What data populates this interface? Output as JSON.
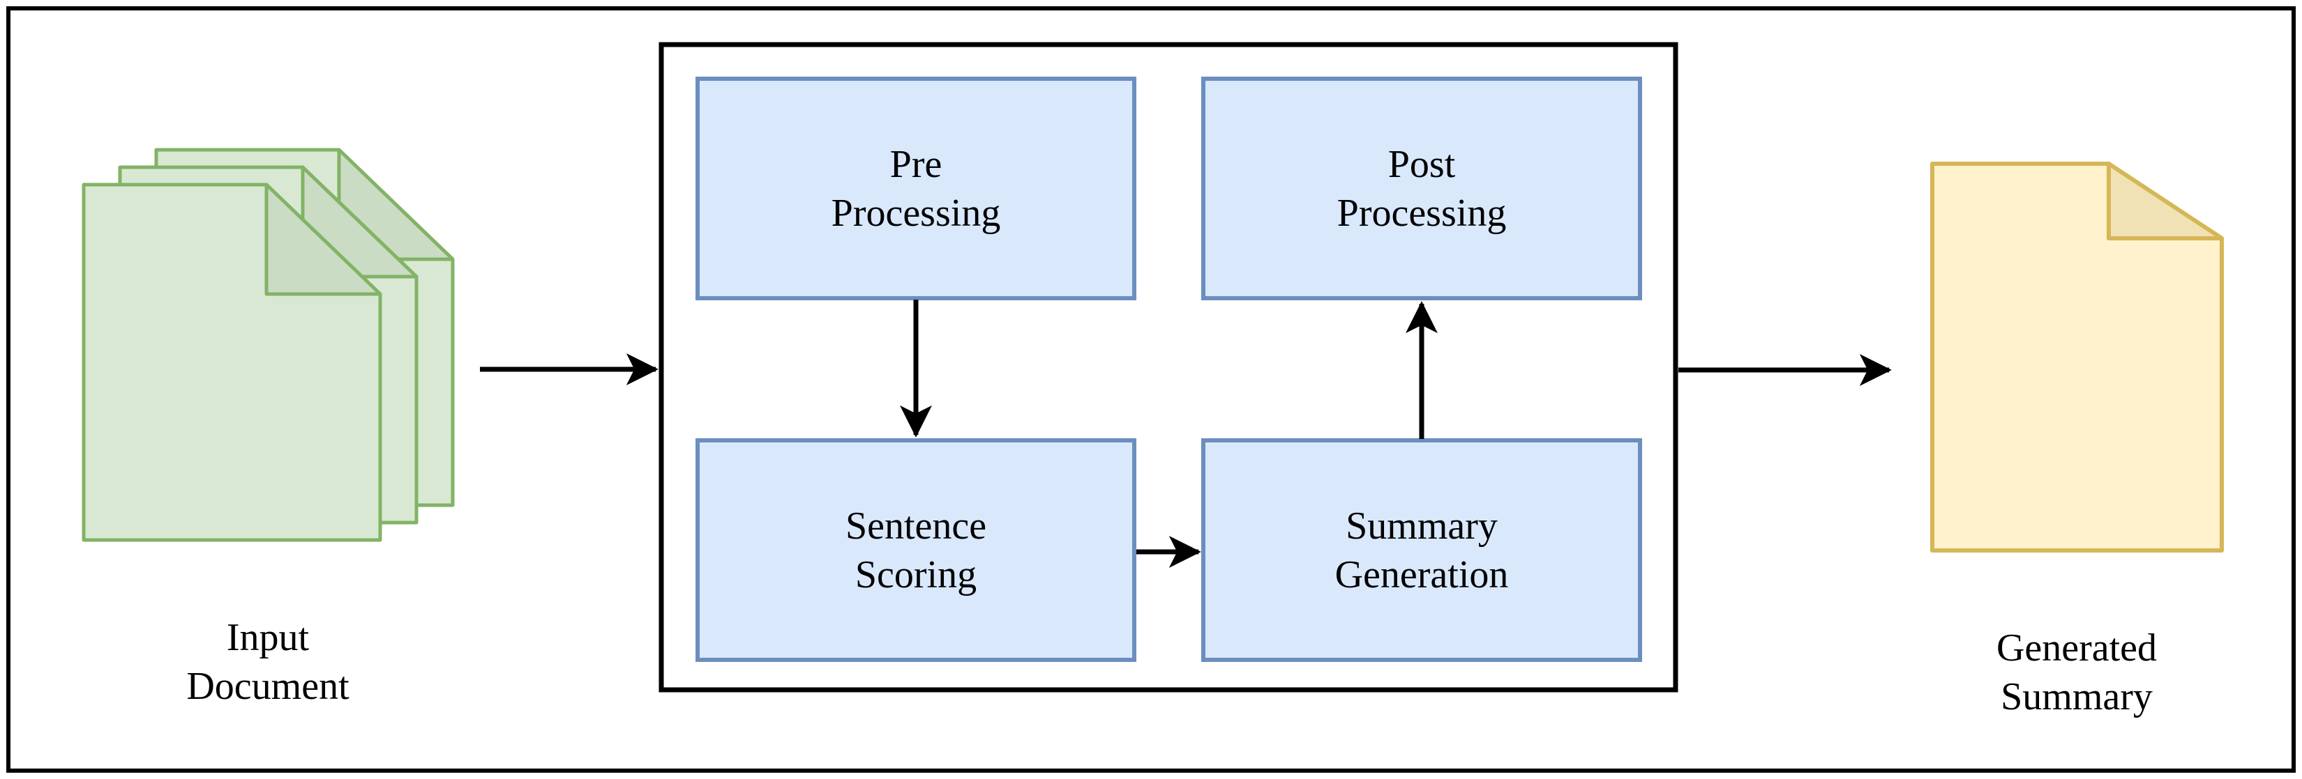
{
  "diagram_type": "flowchart",
  "input_document": {
    "label": "Input Document",
    "lines": [
      "Input",
      "Document"
    ],
    "page_count": 3
  },
  "pipeline_blocks": [
    {
      "id": "pre-processing",
      "label": "Pre Processing",
      "lines": [
        "Pre",
        "Processing"
      ]
    },
    {
      "id": "post-processing",
      "label": "Post Processing",
      "lines": [
        "Post",
        "Processing"
      ]
    },
    {
      "id": "sentence-scoring",
      "label": "Sentence Scoring",
      "lines": [
        "Sentence",
        "Scoring"
      ]
    },
    {
      "id": "summary-generation",
      "label": "Summary Generation",
      "lines": [
        "Summary",
        "Generation"
      ]
    }
  ],
  "generated_summary": {
    "label": "Generated Summary",
    "lines": [
      "Generated",
      "Summary"
    ]
  },
  "connections": [
    {
      "from": "input-document",
      "to": "pipeline-container"
    },
    {
      "from": "pre-processing",
      "to": "sentence-scoring"
    },
    {
      "from": "sentence-scoring",
      "to": "summary-generation"
    },
    {
      "from": "summary-generation",
      "to": "post-processing"
    },
    {
      "from": "pipeline-container",
      "to": "generated-summary"
    }
  ],
  "colors": {
    "frame_stroke": "#000000",
    "arrow": "#000000",
    "block_fill": "#dae8fc",
    "block_stroke": "#6c8ebf",
    "input_doc_fill": "#d9e8d3",
    "input_doc_flap_fill": "#cbdcc5",
    "input_doc_stroke": "#82b366",
    "output_doc_fill": "#fff2cc",
    "output_doc_flap_fill": "#f0e2b4",
    "output_doc_stroke": "#d6b656",
    "text": "#000000",
    "background": "#ffffff"
  }
}
